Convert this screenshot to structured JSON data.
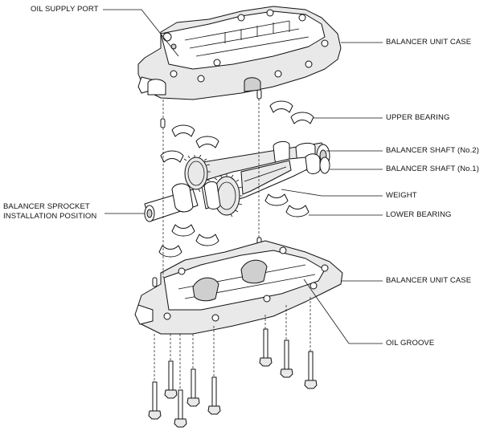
{
  "labels": {
    "oil_supply_port": "OIL SUPPLY PORT",
    "balancer_unit_case_upper": "BALANCER UNIT CASE",
    "upper_bearing": "UPPER BEARING",
    "balancer_shaft_no2": "BALANCER SHAFT (No.2)",
    "balancer_shaft_no1": "BALANCER SHAFT (No.1)",
    "sprocket_line1": "BALANCER SPROCKET",
    "sprocket_line2": "INSTALLATION POSITION",
    "weight": "WEIGHT",
    "lower_bearing": "LOWER BEARING",
    "balancer_unit_case_lower": "BALANCER UNIT CASE",
    "oil_groove": "OIL GROOVE"
  }
}
